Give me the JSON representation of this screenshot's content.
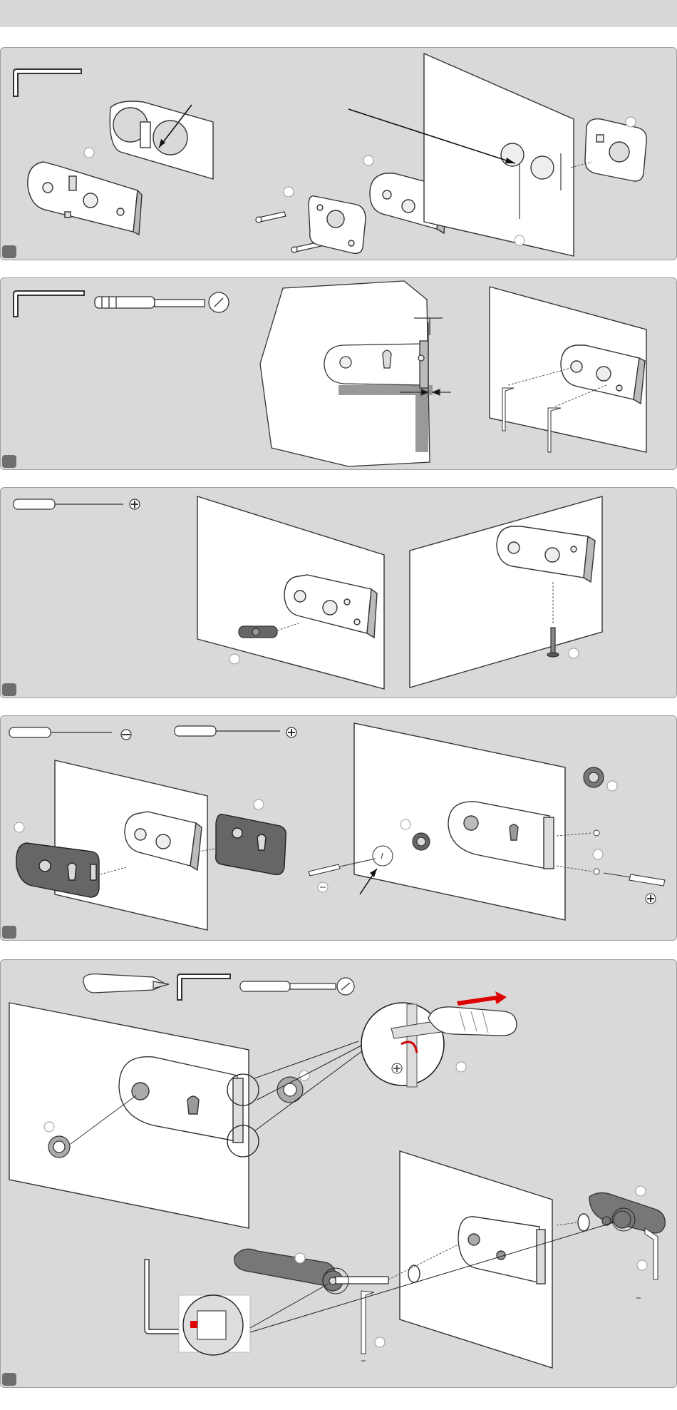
{
  "document": {
    "steps": [
      {
        "id": 1,
        "label": ""
      },
      {
        "id": 2,
        "label": ""
      },
      {
        "id": 3,
        "label": ""
      },
      {
        "id": 4,
        "label": ""
      },
      {
        "id": 5,
        "label": ""
      }
    ]
  }
}
